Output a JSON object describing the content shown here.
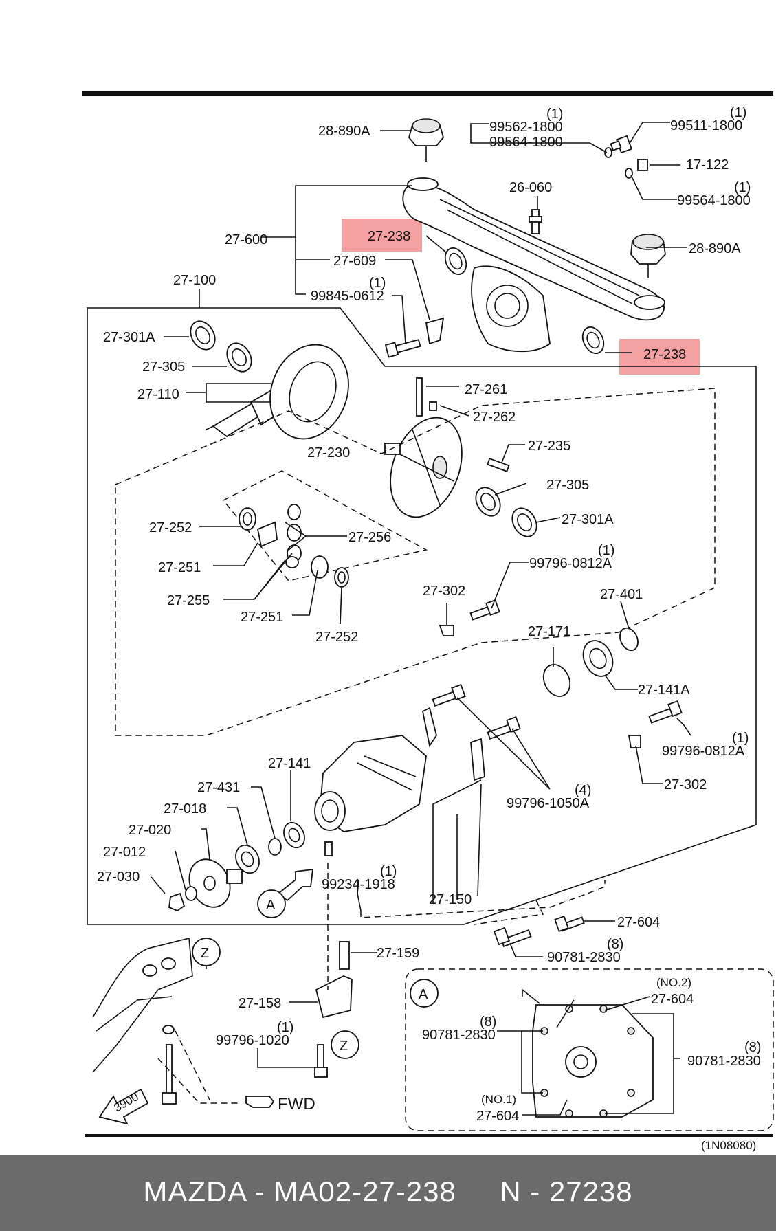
{
  "diagram": {
    "drawing_code": "(1N08080)",
    "highlight_color": "#f08080",
    "highlighted_part": "27-238",
    "labels": [
      {
        "id": "l_28890a_top",
        "text": "28-890A"
      },
      {
        "id": "l_99562",
        "text": "99562-1800"
      },
      {
        "id": "l_99562_q",
        "text": "(1)"
      },
      {
        "id": "l_99564a",
        "text": "99564-1800"
      },
      {
        "id": "l_99511",
        "text": "99511-1800"
      },
      {
        "id": "l_99511_q",
        "text": "(1)"
      },
      {
        "id": "l_17122",
        "text": "17-122"
      },
      {
        "id": "l_99564b",
        "text": "99564-1800"
      },
      {
        "id": "l_99564b_q",
        "text": "(1)"
      },
      {
        "id": "l_26060",
        "text": "26-060"
      },
      {
        "id": "l_27600",
        "text": "27-600"
      },
      {
        "id": "l_27238a",
        "text": "27-238"
      },
      {
        "id": "l_27609",
        "text": "27-609"
      },
      {
        "id": "l_28890a_r",
        "text": "28-890A"
      },
      {
        "id": "l_27100",
        "text": "27-100"
      },
      {
        "id": "l_99845",
        "text": "99845-0612"
      },
      {
        "id": "l_99845_q",
        "text": "(1)"
      },
      {
        "id": "l_27301a_l",
        "text": "27-301A"
      },
      {
        "id": "l_27238b",
        "text": "27-238"
      },
      {
        "id": "l_27305_l",
        "text": "27-305"
      },
      {
        "id": "l_27110",
        "text": "27-110"
      },
      {
        "id": "l_27261",
        "text": "27-261"
      },
      {
        "id": "l_27262",
        "text": "27-262"
      },
      {
        "id": "l_27230",
        "text": "27-230"
      },
      {
        "id": "l_27235",
        "text": "27-235"
      },
      {
        "id": "l_27305_r",
        "text": "27-305"
      },
      {
        "id": "l_27252_a",
        "text": "27-252"
      },
      {
        "id": "l_27256",
        "text": "27-256"
      },
      {
        "id": "l_27301a_r",
        "text": "27-301A"
      },
      {
        "id": "l_27251_a",
        "text": "27-251"
      },
      {
        "id": "l_99796_0812a_top",
        "text": "99796-0812A"
      },
      {
        "id": "l_99796_0812a_top_q",
        "text": "(1)"
      },
      {
        "id": "l_27255",
        "text": "27-255"
      },
      {
        "id": "l_27302_top",
        "text": "27-302"
      },
      {
        "id": "l_27401",
        "text": "27-401"
      },
      {
        "id": "l_27251_b",
        "text": "27-251"
      },
      {
        "id": "l_27252_b",
        "text": "27-252"
      },
      {
        "id": "l_27171",
        "text": "27-171"
      },
      {
        "id": "l_27141a",
        "text": "27-141A"
      },
      {
        "id": "l_99796_0812a_r",
        "text": "99796-0812A"
      },
      {
        "id": "l_99796_0812a_r_q",
        "text": "(1)"
      },
      {
        "id": "l_27141",
        "text": "27-141"
      },
      {
        "id": "l_27302_r",
        "text": "27-302"
      },
      {
        "id": "l_27431",
        "text": "27-431"
      },
      {
        "id": "l_99796_1050a",
        "text": "99796-1050A"
      },
      {
        "id": "l_99796_1050a_q",
        "text": "(4)"
      },
      {
        "id": "l_27018",
        "text": "27-018"
      },
      {
        "id": "l_27020",
        "text": "27-020"
      },
      {
        "id": "l_27012",
        "text": "27-012"
      },
      {
        "id": "l_27030",
        "text": "27-030"
      },
      {
        "id": "l_99234",
        "text": "99234-1918"
      },
      {
        "id": "l_99234_q",
        "text": "(1)"
      },
      {
        "id": "l_27150",
        "text": "27-150"
      },
      {
        "id": "l_27604",
        "text": "27-604"
      },
      {
        "id": "l_90781_a",
        "text": "90781-2830"
      },
      {
        "id": "l_90781_a_q",
        "text": "(8)"
      },
      {
        "id": "l_27159",
        "text": "27-159"
      },
      {
        "id": "l_27158",
        "text": "27-158"
      },
      {
        "id": "l_99796_1020",
        "text": "99796-1020"
      },
      {
        "id": "l_99796_1020_q",
        "text": "(1)"
      },
      {
        "id": "l_3900",
        "text": "3900"
      },
      {
        "id": "l_fwd",
        "text": "FWD"
      },
      {
        "id": "l_callout_a",
        "text": "A"
      },
      {
        "id": "l_callout_z1",
        "text": "Z"
      },
      {
        "id": "l_callout_z2",
        "text": "Z"
      },
      {
        "id": "l_detail_a",
        "text": "A"
      },
      {
        "id": "l_no2",
        "text": "(NO.2)"
      },
      {
        "id": "l_27604_no2",
        "text": "27-604"
      },
      {
        "id": "l_90781_left",
        "text": "90781-2830"
      },
      {
        "id": "l_90781_left_q",
        "text": "(8)"
      },
      {
        "id": "l_90781_right",
        "text": "90781-2830"
      },
      {
        "id": "l_90781_right_q",
        "text": "(8)"
      },
      {
        "id": "l_no1",
        "text": "(NO.1)"
      },
      {
        "id": "l_27604_no1",
        "text": "27-604"
      }
    ]
  },
  "footer": {
    "text": "MAZDA - MA02-27-238     N - 27238"
  }
}
